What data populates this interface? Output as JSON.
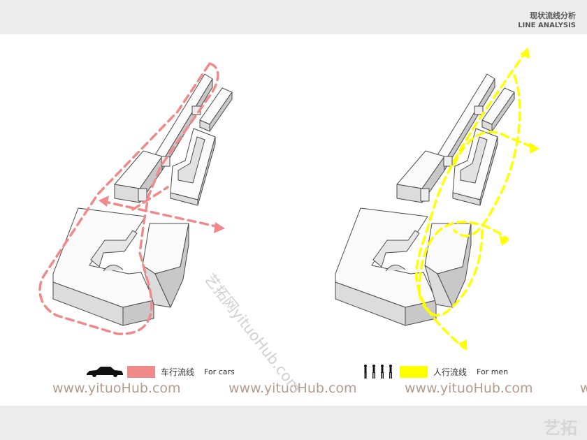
{
  "header": {
    "title_cn": "现状流线分析",
    "title_en": "LINE ANALYSIS"
  },
  "legend_left": {
    "cn": "车行流线",
    "en": "For cars",
    "color": "#f08a8a",
    "icon": "car-icon"
  },
  "legend_right": {
    "cn": "人行流线",
    "en": "For men",
    "color": "#ffff00",
    "icon": "pedestrians-icon"
  },
  "watermarks": [
    "www.yituoHub.com",
    "www.yituoHub.com",
    "www.yituoHub.com",
    "w"
  ],
  "diagonal_watermark": "艺拓网yituoHub.com",
  "logo": "艺拓",
  "colors": {
    "car_route": "#f08a8a",
    "pedestrian_route": "#ffff00",
    "band": "#ececec"
  }
}
